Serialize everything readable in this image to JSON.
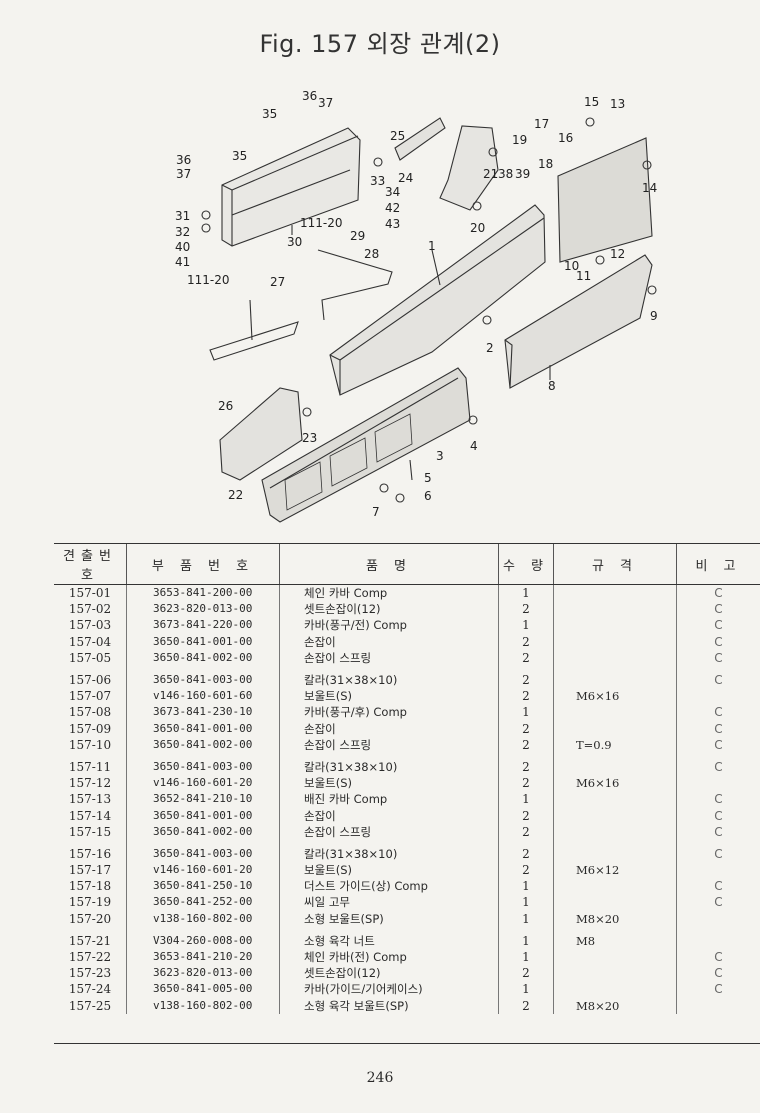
{
  "title": "Fig. 157  외장 관계(2)",
  "headers": [
    "견출번호",
    "부 품 번 호",
    "품          명",
    "수 량",
    "규  격",
    "비  고"
  ],
  "rows": [
    [
      "157-01",
      "3653-841-200-00",
      "체인 카바 Comp",
      "1",
      "",
      "C"
    ],
    [
      "157-02",
      "3623-820-013-00",
      "셋트손잡이(12)",
      "2",
      "",
      "C"
    ],
    [
      "157-03",
      "3673-841-220-00",
      "카바(풍구/전) Comp",
      "1",
      "",
      "C"
    ],
    [
      "157-04",
      "3650-841-001-00",
      "손잡이",
      "2",
      "",
      "C"
    ],
    [
      "157-05",
      "3650-841-002-00",
      "손잡이 스프링",
      "2",
      "",
      "C"
    ],
    [
      "157-06",
      "3650-841-003-00",
      "칼라(31×38×10)",
      "2",
      "",
      "C"
    ],
    [
      "157-07",
      "v146-160-601-60",
      "보울트(S)",
      "2",
      "M6×16",
      ""
    ],
    [
      "157-08",
      "3673-841-230-10",
      "카바(풍구/후) Comp",
      "1",
      "",
      "C"
    ],
    [
      "157-09",
      "3650-841-001-00",
      "손잡이",
      "2",
      "",
      "C"
    ],
    [
      "157-10",
      "3650-841-002-00",
      "손잡이 스프링",
      "2",
      "T=0.9",
      "C"
    ],
    [
      "157-11",
      "3650-841-003-00",
      "칼라(31×38×10)",
      "2",
      "",
      "C"
    ],
    [
      "157-12",
      "v146-160-601-20",
      "보울트(S)",
      "2",
      "M6×16",
      ""
    ],
    [
      "157-13",
      "3652-841-210-10",
      "배진 카바 Comp",
      "1",
      "",
      "C"
    ],
    [
      "157-14",
      "3650-841-001-00",
      "손잡이",
      "2",
      "",
      "C"
    ],
    [
      "157-15",
      "3650-841-002-00",
      "손잡이 스프링",
      "2",
      "",
      "C"
    ],
    [
      "157-16",
      "3650-841-003-00",
      "칼라(31×38×10)",
      "2",
      "",
      "C"
    ],
    [
      "157-17",
      "v146-160-601-20",
      "보울트(S)",
      "2",
      "M6×12",
      ""
    ],
    [
      "157-18",
      "3650-841-250-10",
      "더스트 가이드(상) Comp",
      "1",
      "",
      "C"
    ],
    [
      "157-19",
      "3650-841-252-00",
      "씨일 고무",
      "1",
      "",
      "C"
    ],
    [
      "157-20",
      "v138-160-802-00",
      "소형 보울트(SP)",
      "1",
      "M8×20",
      ""
    ],
    [
      "157-21",
      "V304-260-008-00",
      "소형 육각 너트",
      "1",
      "M8",
      ""
    ],
    [
      "157-22",
      "3653-841-210-20",
      "체인 카바(전) Comp",
      "1",
      "",
      "C"
    ],
    [
      "157-23",
      "3623-820-013-00",
      "셋트손잡이(12)",
      "2",
      "",
      "C"
    ],
    [
      "157-24",
      "3650-841-005-00",
      "카바(가이드/기어케이스)",
      "1",
      "",
      "C"
    ],
    [
      "157-25",
      "v138-160-802-00",
      "소형 육각 보울트(SP)",
      "2",
      "M8×20",
      ""
    ]
  ],
  "diagram_labels": [
    "36",
    "37",
    "35",
    "36",
    "35",
    "37",
    "31",
    "32",
    "40",
    "41",
    "30",
    "111-20",
    "29",
    "28",
    "111-20",
    "27",
    "26",
    "23",
    "22",
    "25",
    "24",
    "33",
    "34",
    "42",
    "43",
    "19",
    "18",
    "21",
    "38",
    "39",
    "20",
    "1",
    "2",
    "3",
    "4",
    "5",
    "6",
    "7",
    "15",
    "13",
    "17",
    "16",
    "14",
    "12",
    "10",
    "11",
    "9",
    "8"
  ],
  "page_number": "246"
}
